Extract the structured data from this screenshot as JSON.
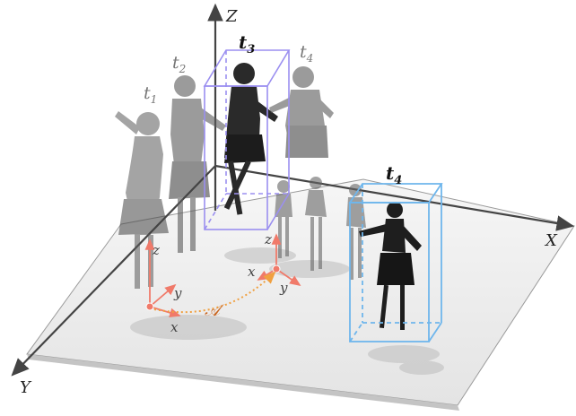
{
  "axes": {
    "x_label": "X",
    "y_label": "Y",
    "z_label": "Z"
  },
  "time_labels": {
    "t1": "t",
    "t1_sub": "1",
    "t2": "t",
    "t2_sub": "2",
    "t3": "t",
    "t3_sub": "3",
    "t4_top": "t",
    "t4_top_sub": "4",
    "t4_front": "t",
    "t4_front_sub": "4"
  },
  "local_frames": {
    "left": {
      "z": "z",
      "y": "y",
      "x": "x"
    },
    "right": {
      "z": "z",
      "y": "y",
      "x": "x"
    }
  },
  "transform_label": "𝒜",
  "colors": {
    "box_t3": "#9b8ff0",
    "box_t4": "#6fb6ec",
    "frame_red": "#f07a6a",
    "arc_orange": "#f0a040",
    "transform_text": "#c8641e",
    "axis": "#444444"
  }
}
